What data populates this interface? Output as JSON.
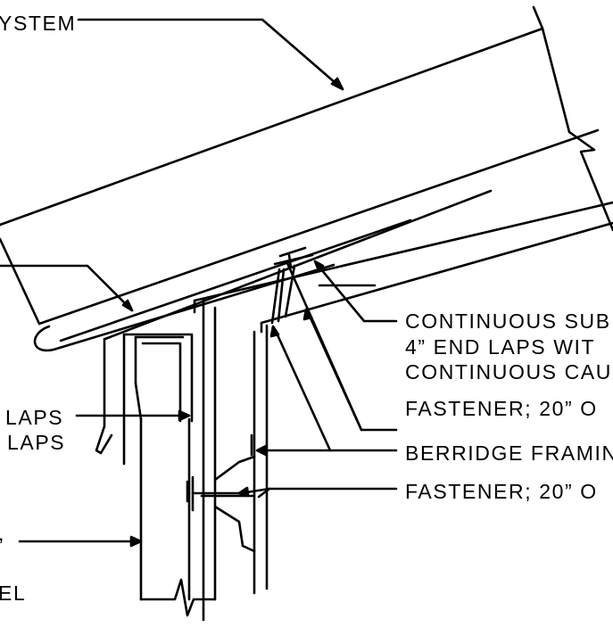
{
  "colors": {
    "ink": "#000000",
    "paper": "#ffffff"
  },
  "labels": {
    "system": "YSTEM",
    "laps_1": "LAPS",
    "laps_2": "LAPS",
    "comma": ",",
    "el": "EL",
    "continuous_sub": "CONTINUOUS SUB",
    "end_laps": "4” END LAPS WIT",
    "continuous_cau": "CONTINUOUS CAU",
    "fastener_1": "FASTENER; 20” O",
    "berridge_framing": "BERRIDGE FRAMIN",
    "fastener_2": "FASTENER; 20” O"
  }
}
